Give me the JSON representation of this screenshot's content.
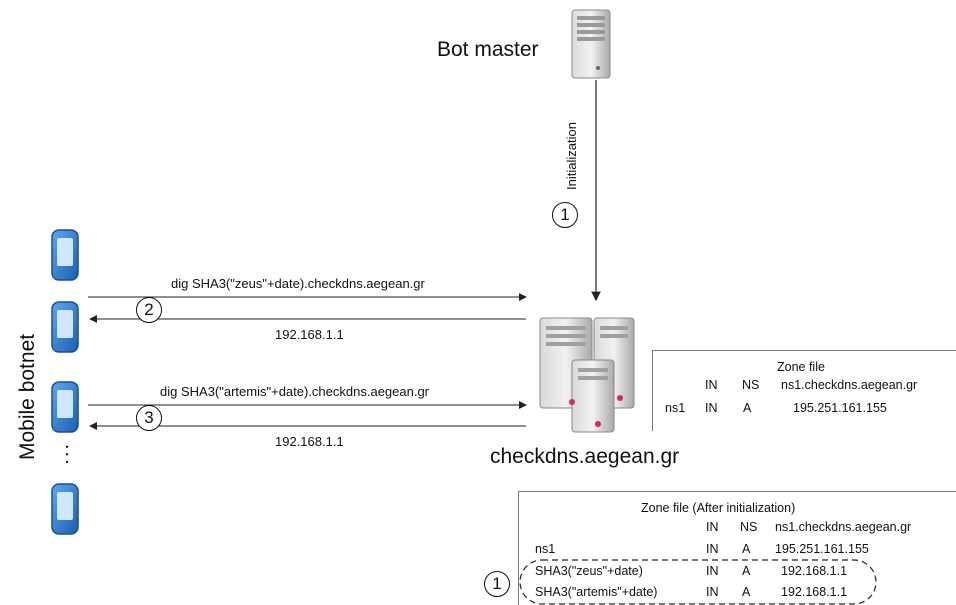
{
  "bot_master": {
    "label": "Bot master"
  },
  "initialization": {
    "label": "Initialization",
    "step": "1"
  },
  "mobile_botnet": {
    "label": "Mobile botnet",
    "ellipsis": "..."
  },
  "server": {
    "label": "checkdns.aegean.gr"
  },
  "queries": [
    {
      "step": "2",
      "request": "dig SHA3(\"zeus\"+date).checkdns.aegean.gr",
      "response": "192.168.1.1"
    },
    {
      "step": "3",
      "request": "dig SHA3(\"artemis\"+date).checkdns.aegean.gr",
      "response": "192.168.1.1"
    }
  ],
  "zone_file": {
    "title": "Zone file",
    "rows": [
      {
        "name": "",
        "class": "IN",
        "type": "NS",
        "value": "ns1.checkdns.aegean.gr"
      },
      {
        "name": "ns1",
        "class": "IN",
        "type": "A",
        "value": "195.251.161.155"
      }
    ]
  },
  "zone_file_after": {
    "title": "Zone file (After initialization)",
    "marker": "1",
    "rows": [
      {
        "name": "",
        "class": "IN",
        "type": "NS",
        "value": "ns1.checkdns.aegean.gr"
      },
      {
        "name": "ns1",
        "class": "IN",
        "type": "A",
        "value": "195.251.161.155"
      },
      {
        "name": "SHA3(\"zeus\"+date)",
        "class": "IN",
        "type": "A",
        "value": "192.168.1.1"
      },
      {
        "name": "SHA3(\"artemis\"+date)",
        "class": "IN",
        "type": "A",
        "value": "192.168.1.1"
      }
    ]
  },
  "colors": {
    "phone_blue": "#2f7fd6",
    "server_grey": "#b8b8b8",
    "led_red": "#e0245e"
  }
}
